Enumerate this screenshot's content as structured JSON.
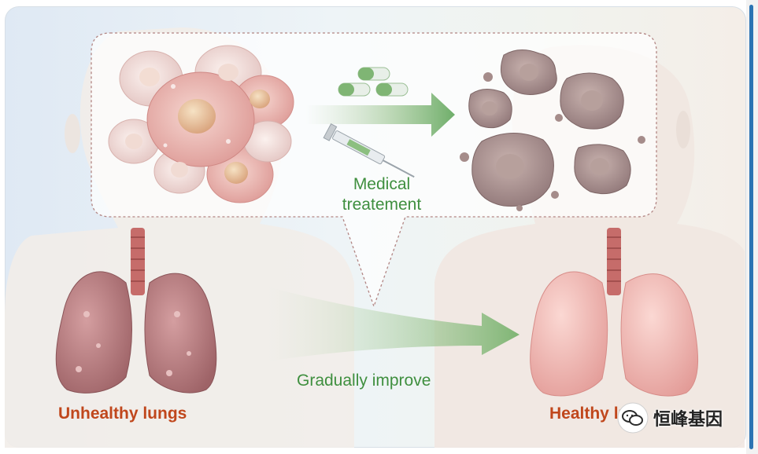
{
  "labels": {
    "medical": [
      "Medical",
      "treatement"
    ],
    "gradual": "Gradually improve",
    "unhealthy": "Unhealthy lungs",
    "healthy": "Healthy lun"
  },
  "watermark": {
    "text": "恒峰基因",
    "icon": "wechat-icon"
  },
  "colors": {
    "arrow_green": "#6fae6a",
    "label_green": "#3f8f3f",
    "label_red": "#c0471c",
    "cancer_cell": "#e6a7a1",
    "dead_cell": "#a58c8a",
    "lung_unhealthy": "#b97a7e",
    "lung_healthy": "#efb6b3",
    "trachea": "#c66c6a"
  }
}
